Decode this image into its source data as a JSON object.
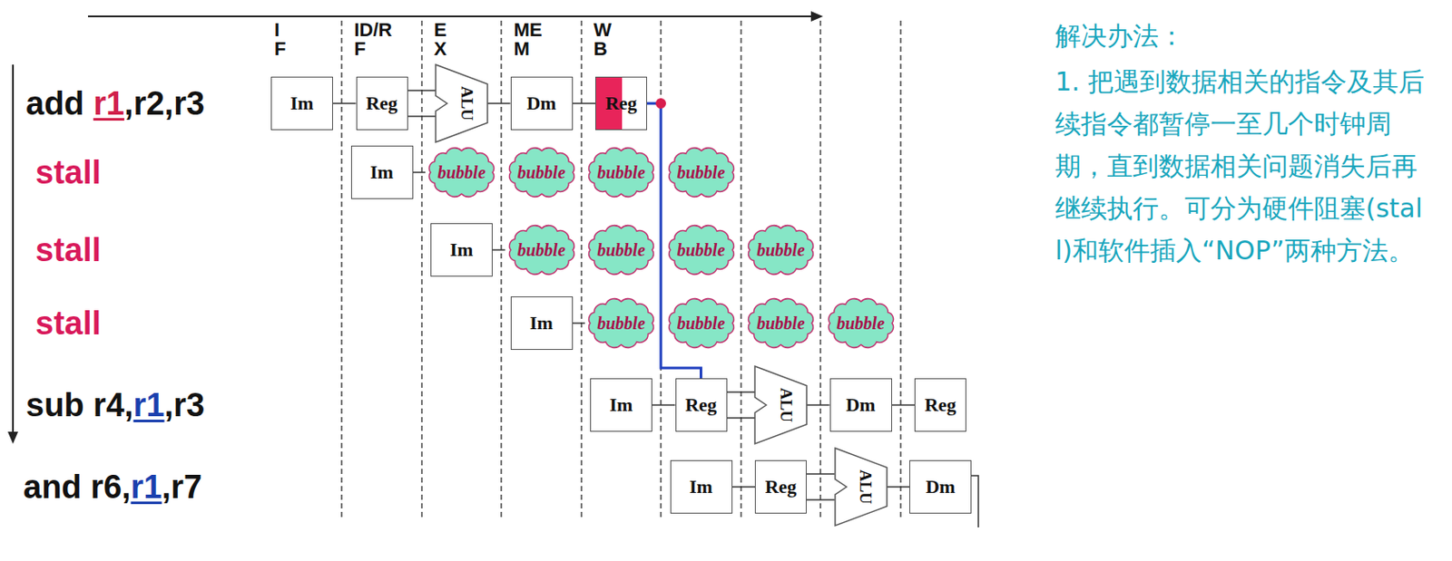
{
  "diagram": {
    "nodes": [
      {
        "text": [
          "Im"
        ]
      },
      {
        "text": [
          "Reg"
        ]
      },
      {
        "text": [
          "ALU"
        ]
      },
      {
        "text": [
          "Dm"
        ]
      },
      {
        "text": [
          "Reg"
        ]
      },
      {
        "text": [
          "Im"
        ]
      },
      {
        "text": [
          "bubble"
        ]
      },
      {
        "text": [
          "bubble"
        ]
      },
      {
        "text": [
          "bubble"
        ]
      },
      {
        "text": [
          "bubble"
        ]
      },
      {
        "text": [
          "Im"
        ]
      },
      {
        "text": [
          "bubble"
        ]
      },
      {
        "text": [
          "bubble"
        ]
      },
      {
        "text": [
          "bubble"
        ]
      },
      {
        "text": [
          "bubble"
        ]
      },
      {
        "text": [
          "Im"
        ]
      },
      {
        "text": [
          "bubble"
        ]
      },
      {
        "text": [
          "bubble"
        ]
      },
      {
        "text": [
          "bubble"
        ]
      },
      {
        "text": [
          "bubble"
        ]
      },
      {
        "text": [
          "Im"
        ]
      },
      {
        "text": [
          "Reg"
        ]
      },
      {
        "text": [
          "ALU"
        ]
      },
      {
        "text": [
          "Dm"
        ]
      },
      {
        "text": [
          "Reg"
        ]
      },
      {
        "text": [
          "Im"
        ]
      },
      {
        "text": [
          "Reg"
        ]
      },
      {
        "text": [
          "ALU"
        ]
      },
      {
        "text": [
          "Dm"
        ]
      }
    ],
    "edges": [
      {
        "from": 0,
        "to": 1,
        "arrow": "none"
      },
      {
        "from": 1,
        "to": 2,
        "arrow": "none"
      },
      {
        "from": 1,
        "to": 2,
        "arrow": "none"
      },
      {
        "from": 2,
        "to": 3,
        "arrow": "none"
      },
      {
        "from": 3,
        "to": 4,
        "arrow": "none"
      },
      {
        "from": 5,
        "to": 6,
        "arrow": "none"
      },
      {
        "from": 10,
        "to": 11,
        "arrow": "none"
      },
      {
        "from": 15,
        "to": 16,
        "arrow": "none"
      },
      {
        "from": 4,
        "to": 21,
        "arrow": "none"
      },
      {
        "from": 20,
        "to": 21,
        "arrow": "none"
      },
      {
        "from": 21,
        "to": 22,
        "arrow": "none"
      },
      {
        "from": 21,
        "to": 22,
        "arrow": "none"
      },
      {
        "from": 22,
        "to": 23,
        "arrow": "none"
      },
      {
        "from": 23,
        "to": 24,
        "arrow": "none"
      },
      {
        "from": 25,
        "to": 26,
        "arrow": "none"
      },
      {
        "from": 26,
        "to": 27,
        "arrow": "none"
      },
      {
        "from": 26,
        "to": 27,
        "arrow": "none"
      },
      {
        "from": 27,
        "to": 28,
        "arrow": "none"
      }
    ],
    "labels": [
      "I",
      "F",
      "ID/R",
      "F",
      "E",
      "X",
      "ME",
      "M",
      "W",
      "B",
      "add",
      "r1",
      ",r2,r3",
      "stall",
      "stall",
      "stall",
      "sub r4,",
      "r1",
      ",r3",
      "and r6,",
      "r1",
      ",r7",
      "解决办法：",
      "1. 把遇到数据相关的指令及其后续指令都暂停一至几个时钟周期，直到数据相关问题消失后再继续执行。可分为硬件阻塞(stall)和软件插入“NOP”两种方法。"
    ]
  }
}
